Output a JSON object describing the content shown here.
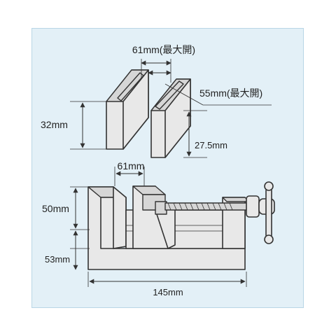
{
  "labels": {
    "jaw_width_max": "61mm(最大開)",
    "inner_width_max": "55mm(最大開)",
    "jaw_height": "32mm",
    "jaw_groove_depth": "27.5mm",
    "jaw_opening": "61mm",
    "vise_height": "50mm",
    "base_height": "53mm",
    "vise_length": "145mm"
  }
}
